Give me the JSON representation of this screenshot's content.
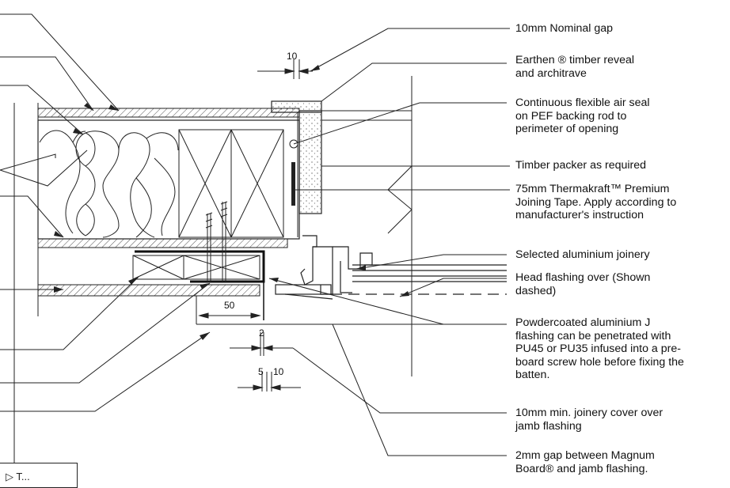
{
  "labels": {
    "nominal_gap": [
      "10mm Nominal gap"
    ],
    "timber_reveal": [
      "Earthen ® timber reveal",
      "and architrave"
    ],
    "air_seal": [
      "Continuous flexible air seal",
      "on PEF backing rod to",
      "perimeter of opening"
    ],
    "timber_packer": [
      "Timber packer as required"
    ],
    "joining_tape": [
      "75mm Thermakraft™ Premium",
      "Joining Tape. Apply according to",
      "manufacturer's instruction"
    ],
    "joinery": [
      "Selected aluminium joinery"
    ],
    "head_flashing": [
      "Head flashing over (Shown",
      "dashed)"
    ],
    "j_flashing": [
      "Powdercoated aluminium J",
      "flashing can be penetrated with",
      "PU45 or PU35 infused into a pre-",
      "board screw hole before fixing the",
      "batten."
    ],
    "joinery_cover": [
      "10mm min. joinery cover over",
      "jamb flashing"
    ],
    "gap_2mm": [
      "2mm gap between Magnum",
      "Board® and jamb flashing."
    ]
  },
  "dimensions": {
    "top_gap": "10",
    "batten_width": "50",
    "gap": "2",
    "small_a": "5",
    "small_b": "10"
  },
  "legend": {
    "text": "▷ T..."
  }
}
